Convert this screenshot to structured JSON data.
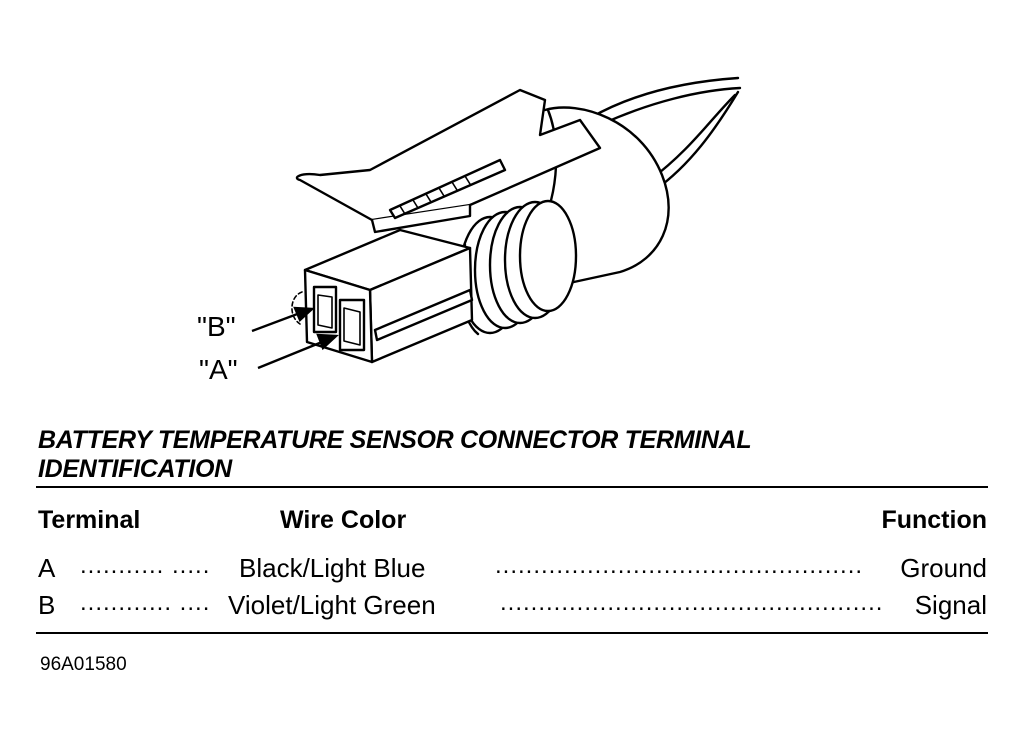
{
  "diagram": {
    "callout_b": "\"B\"",
    "callout_a": "\"A\""
  },
  "table": {
    "title_line1": "BATTERY TEMPERATURE SENSOR CONNECTOR TERMINAL",
    "title_line2": "IDENTIFICATION",
    "headers": {
      "terminal": "Terminal",
      "wire_color": "Wire Color",
      "function": "Function"
    },
    "rows": [
      {
        "terminal": "A",
        "leader1": "........... .....",
        "wire_color": "Black/Light Blue",
        "leader2": "................................................",
        "function": "Ground"
      },
      {
        "terminal": "B",
        "leader1": "............ ....",
        "wire_color": "Violet/Light Green",
        "leader2": "..................................................",
        "function": "Signal"
      }
    ]
  },
  "figure_code": "96A01580"
}
